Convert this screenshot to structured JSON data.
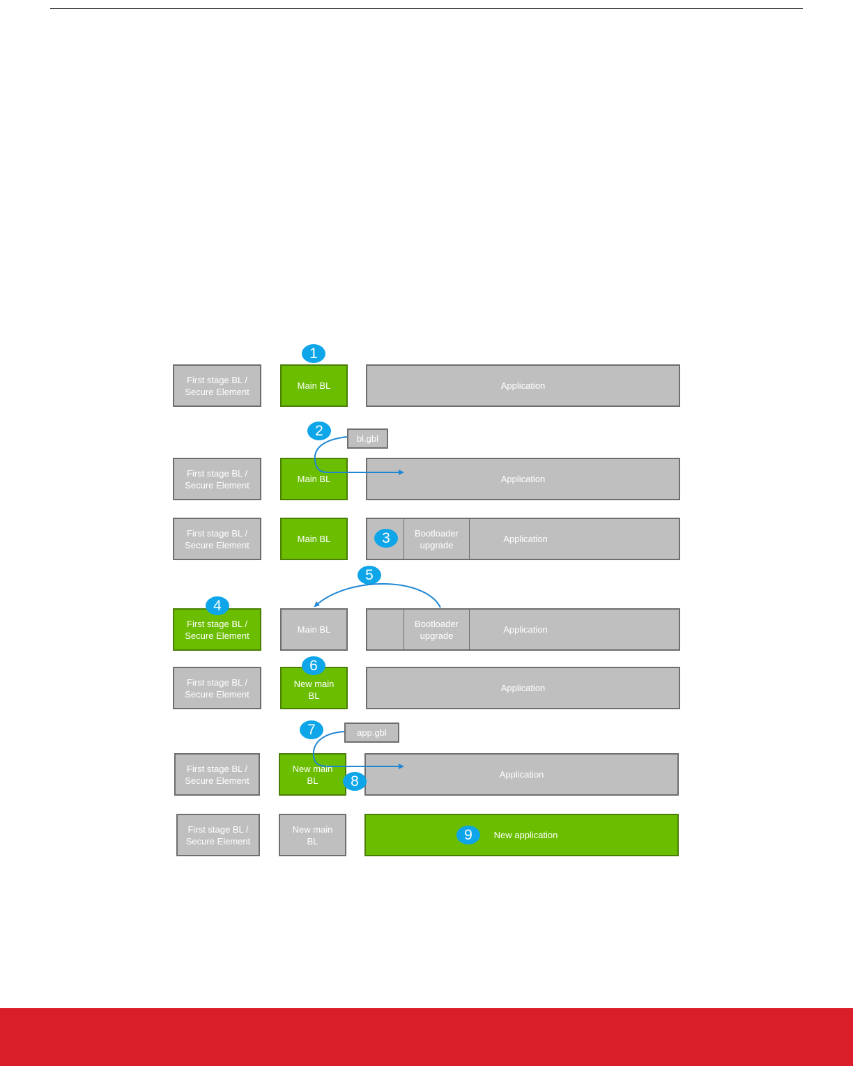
{
  "labels": {
    "first_stage": "First stage BL /\nSecure Element",
    "main_bl": "Main BL",
    "new_main_bl": "New main\nBL",
    "application": "Application",
    "new_application": "New application",
    "bootloader_upgrade": "Bootloader\nupgrade",
    "bl_gbl": "bl.gbl",
    "app_gbl": "app.gbl"
  },
  "steps": [
    "1",
    "2",
    "3",
    "4",
    "5",
    "6",
    "7",
    "8",
    "9"
  ],
  "colors": {
    "active": "#6bbd00",
    "inactive": "#bfbfbf",
    "step_badge": "#0ea5e9",
    "arrow": "#1f86d4",
    "footer": "#d91e2a"
  }
}
